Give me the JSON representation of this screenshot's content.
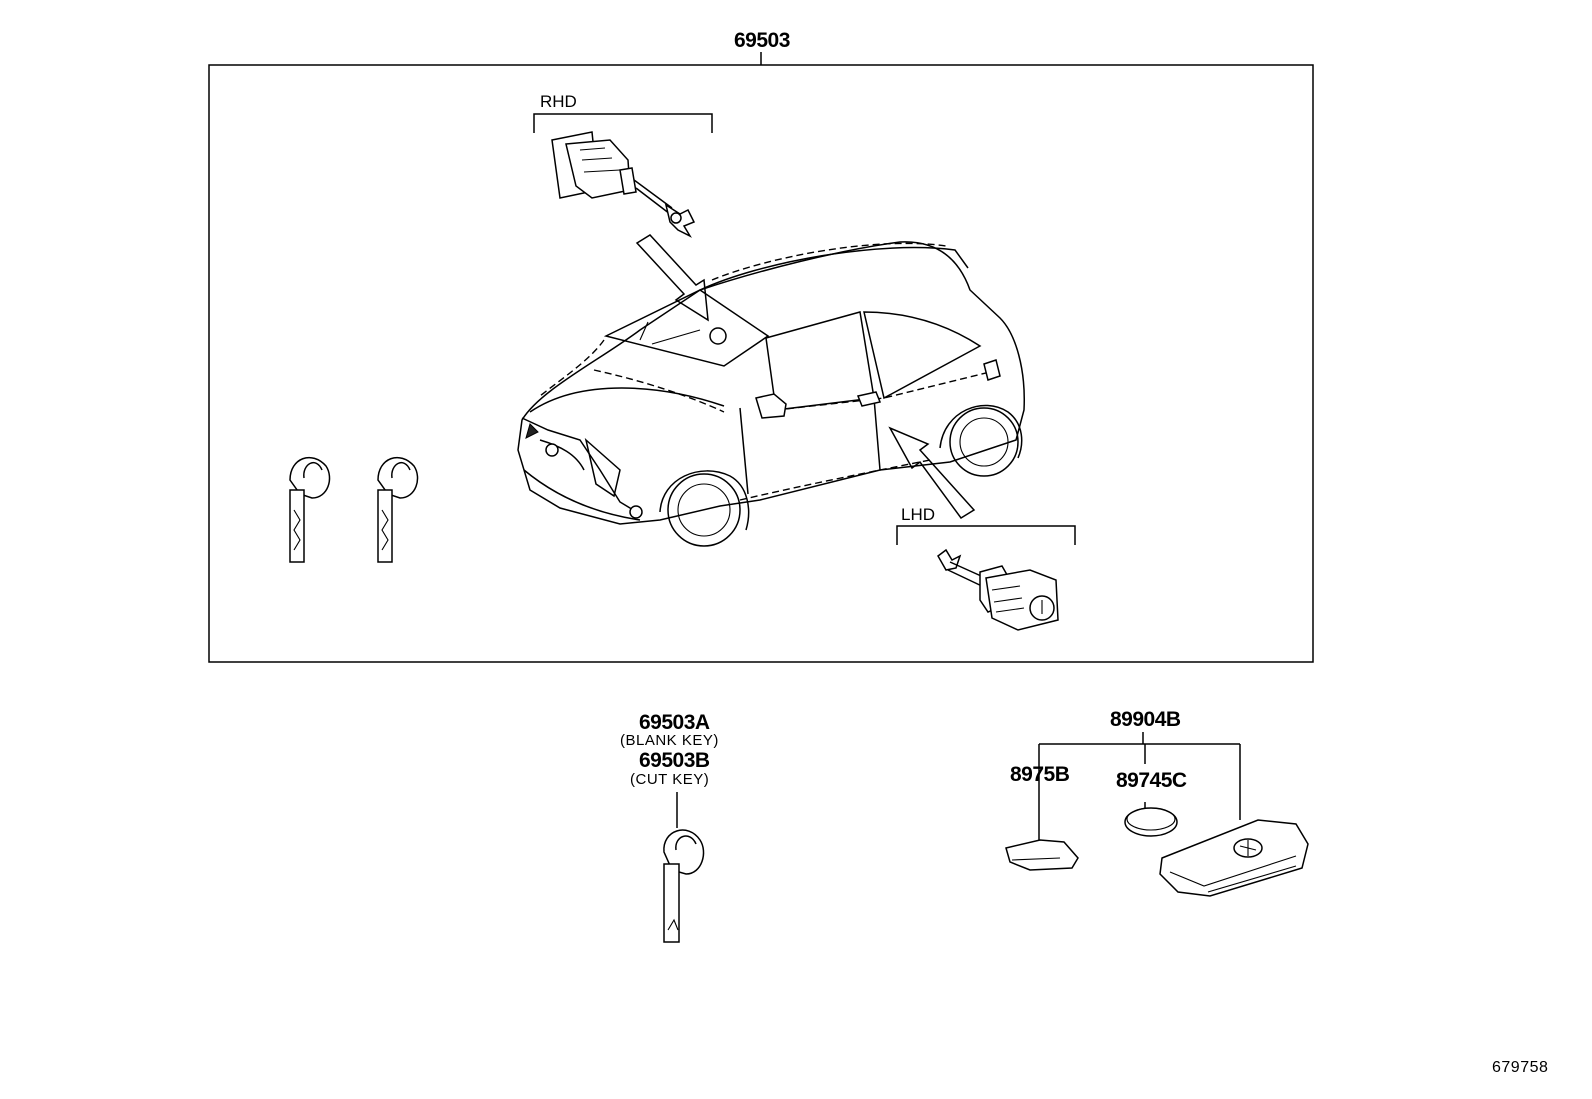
{
  "labels": {
    "main_part": "69503",
    "rhd": "RHD",
    "lhd": "LHD",
    "blank_key_part": "69503A",
    "blank_key_desc": "(BLANK KEY)",
    "cut_key_part": "69503B",
    "cut_key_desc": "(CUT KEY)",
    "transmitter_part": "89904B",
    "cover_part": "8975B",
    "battery_part": "89745C",
    "diagram_ref": "679758"
  }
}
